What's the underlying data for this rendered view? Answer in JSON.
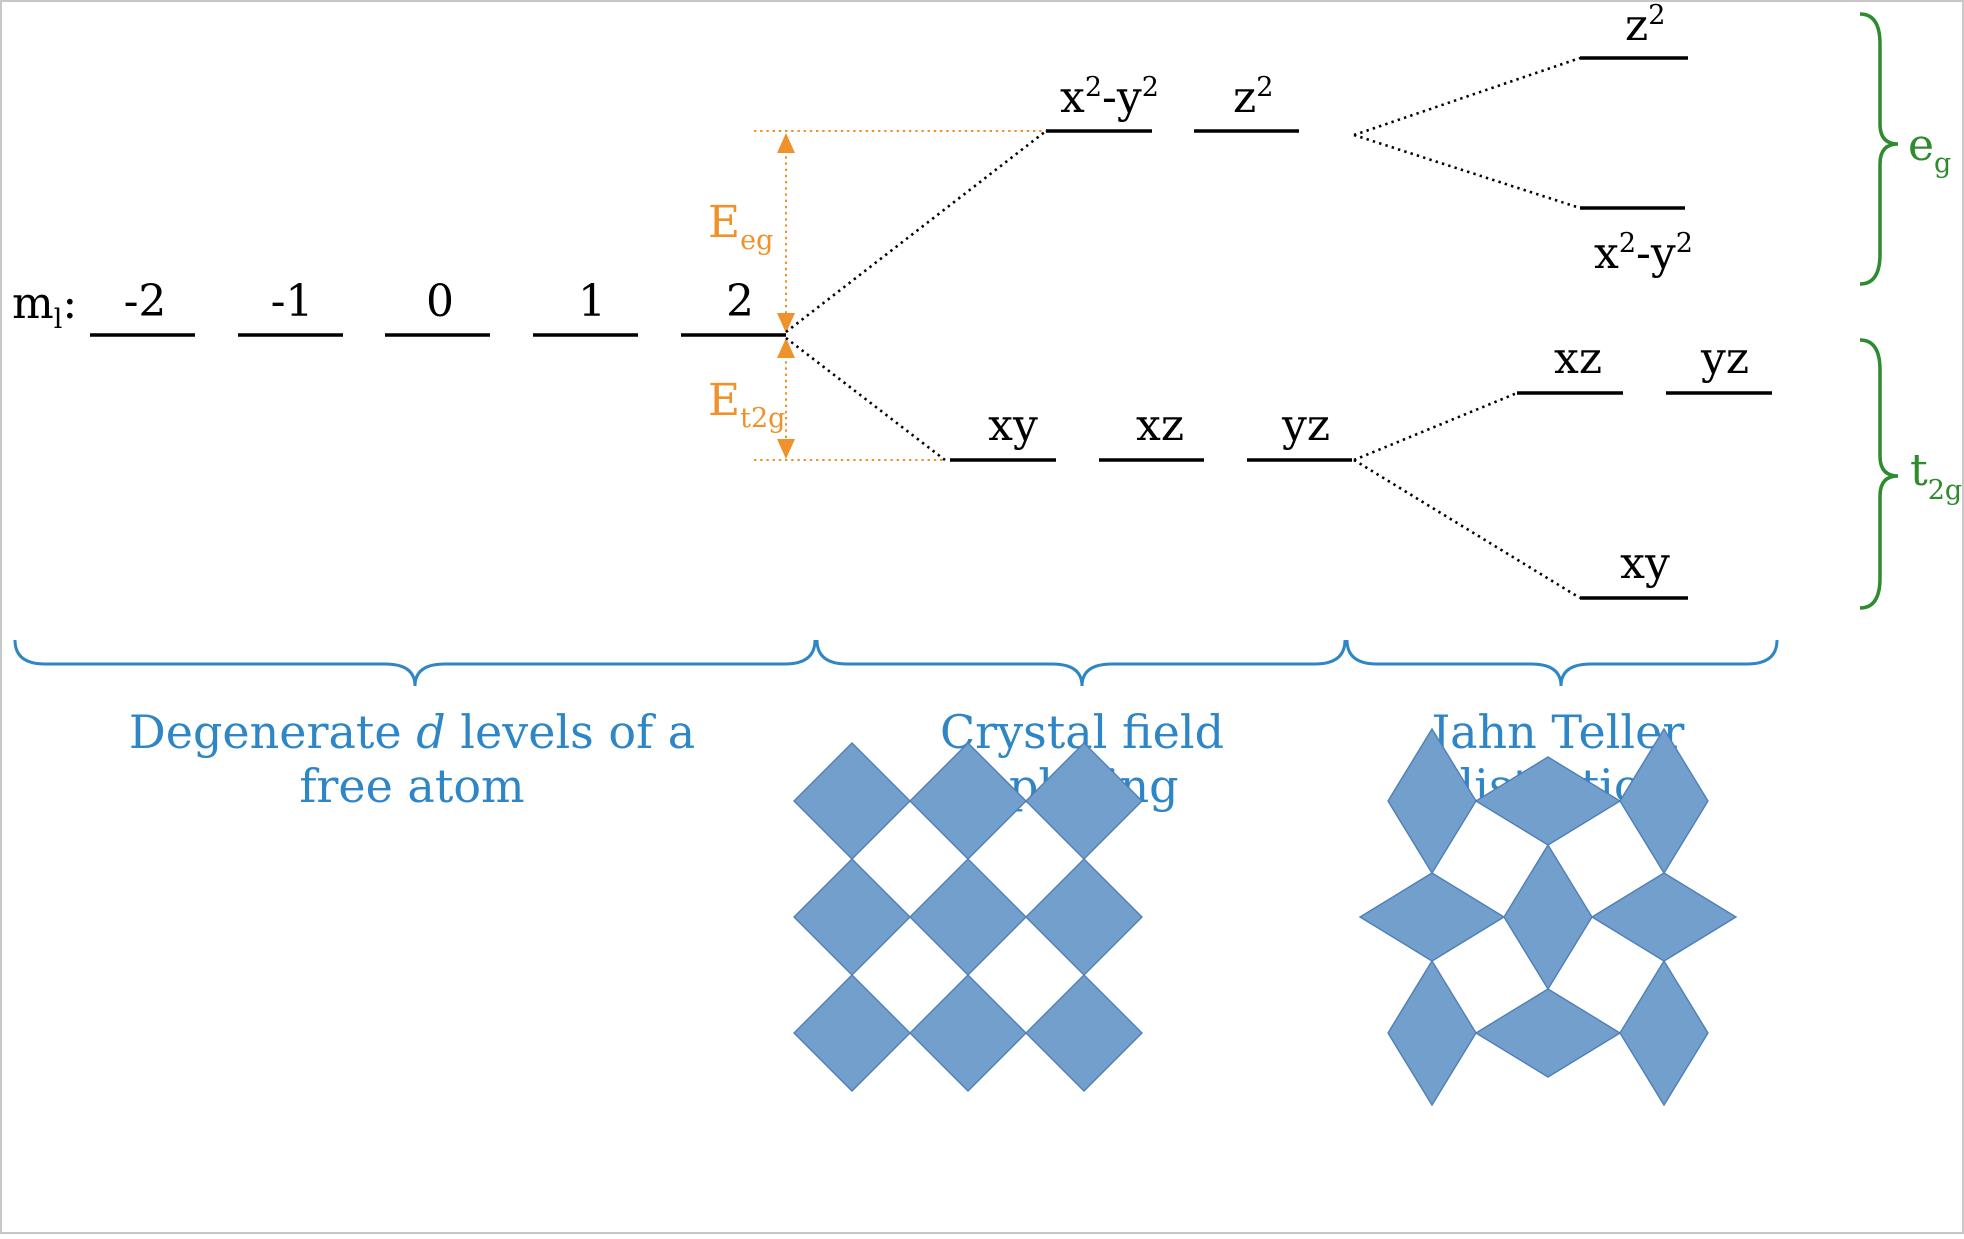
{
  "free_atom": {
    "ml_prefix": "m",
    "ml_sub": "l",
    "ml_colon": ":",
    "values": [
      "-2",
      "-1",
      "0",
      "1",
      "2"
    ]
  },
  "energy": {
    "eg_main": "E",
    "eg_sub": "eg",
    "t2g_main": "E",
    "t2g_sub": "t2g"
  },
  "crystal_field": {
    "upper": {
      "x2y2_a": "x",
      "x2y2_sup1": "2",
      "x2y2_b": "-y",
      "x2y2_sup2": "2",
      "z2_a": "z",
      "z2_sup": "2"
    },
    "lower": [
      "xy",
      "xz",
      "yz"
    ]
  },
  "jahn_teller": {
    "top": {
      "a": "z",
      "sup": "2"
    },
    "mid": {
      "a": "x",
      "sup1": "2",
      "b": "-y",
      "sup2": "2"
    },
    "t2g_upper": [
      "xz",
      "yz"
    ],
    "t2g_lower": "xy"
  },
  "group_labels": {
    "eg_main": "e",
    "eg_sub": "g",
    "t2g_main": "t",
    "t2g_sub": "2g"
  },
  "captions": {
    "free_atom_line1_a": "Degenerate ",
    "free_atom_line1_d": "d",
    "free_atom_line1_b": " levels of a",
    "free_atom_line2": "free atom",
    "crystal_line1": "Crystal field",
    "crystal_line2": "splitting",
    "jt_line1": "Jahn Teller",
    "jt_line2": "distortion"
  },
  "colors": {
    "energy_arrows": "#f0922b",
    "group_braces": "#2e8b2e",
    "caption_text": "#2f86c6",
    "lattice_fill": "#739fcd"
  }
}
